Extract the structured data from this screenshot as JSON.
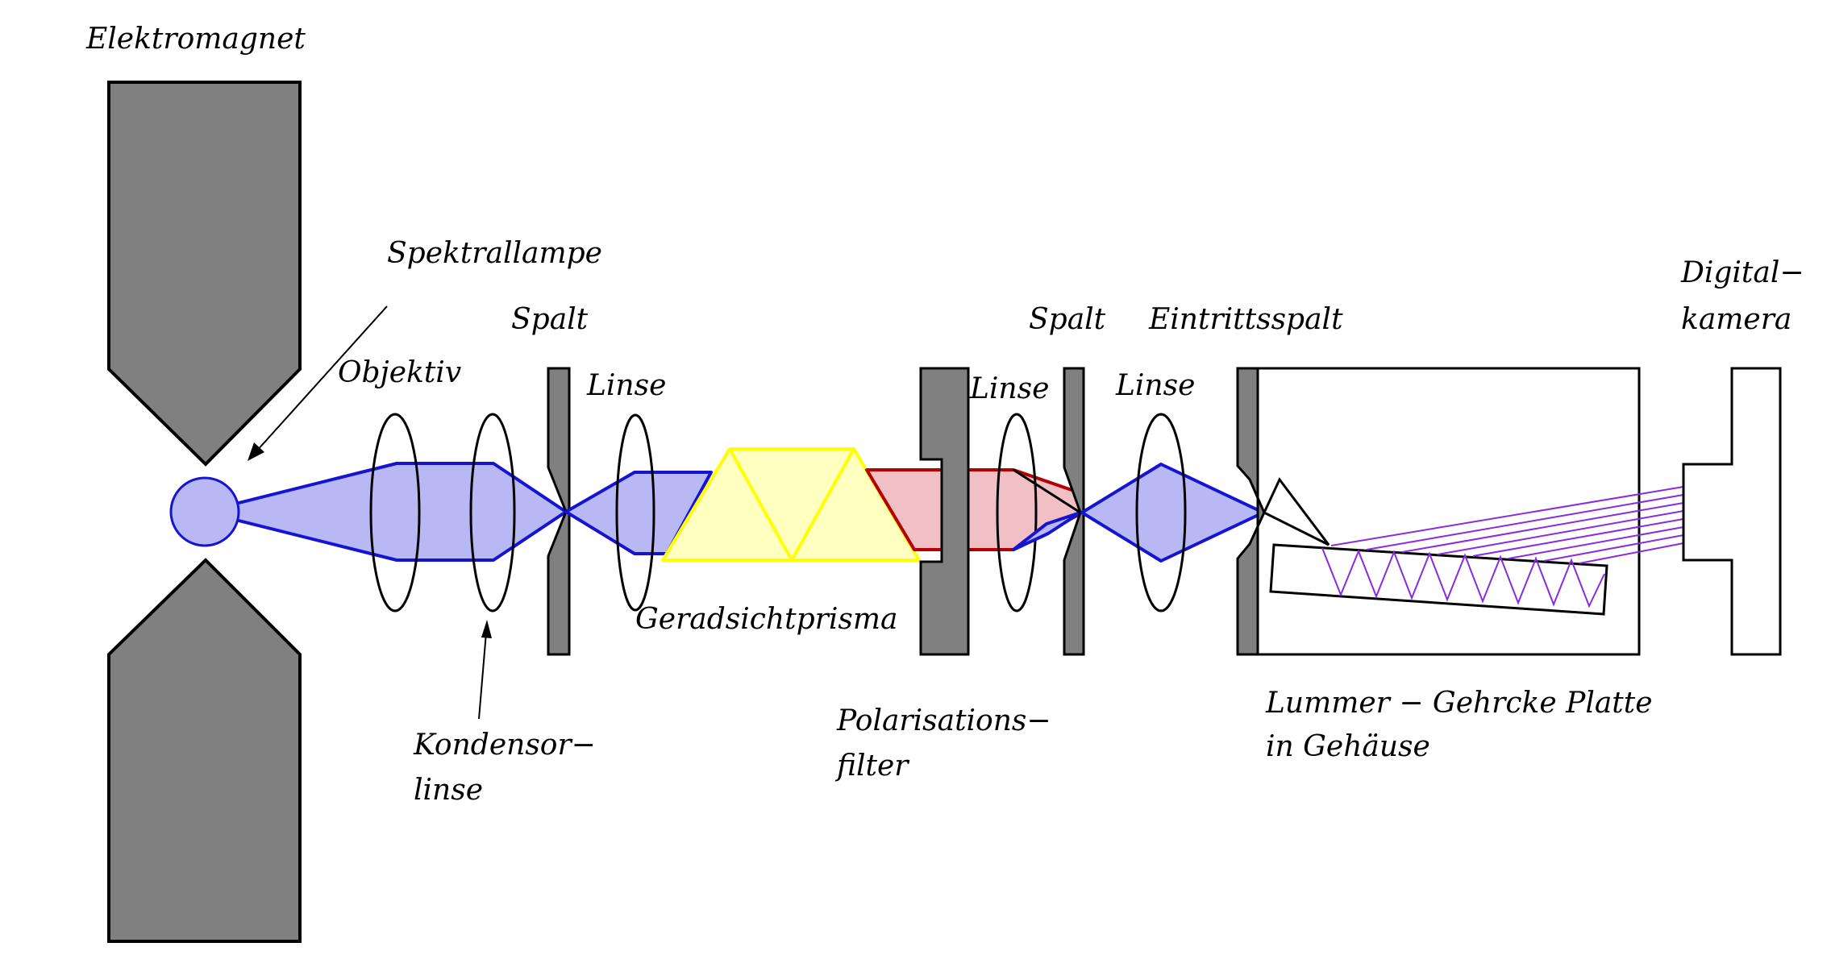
{
  "labels": {
    "elektromagnet": "Elektromagnet",
    "spektrallampe": "Spektrallampe",
    "objektiv": "Objektiv",
    "kondensor_1": "Kondensor−",
    "kondensor_2": "linse",
    "spalt_1": "Spalt",
    "linse_1": "Linse",
    "geradsichtprisma": "Geradsichtprisma",
    "polarisations_1": "Polarisations−",
    "polarisations_2": "filter",
    "linse_2": "Linse",
    "spalt_2": "Spalt",
    "linse_3": "Linse",
    "eintrittsspalt": "Eintrittsspalt",
    "lummer_1": "Lummer − Gehrcke Platte",
    "lummer_2": "in Gehäuse",
    "digital_1": "Digital−",
    "digital_2": "kamera"
  },
  "colors": {
    "magnet": "#808080",
    "beam_blue_fill": "#b8b8f5",
    "beam_blue_stroke": "#1414d2",
    "prism_fill": "#ffffc0",
    "prism_stroke": "#ffff00",
    "beam_red_fill": "#f0c0c4",
    "beam_red_stroke": "#b40000",
    "interference": "#8a2be2"
  }
}
